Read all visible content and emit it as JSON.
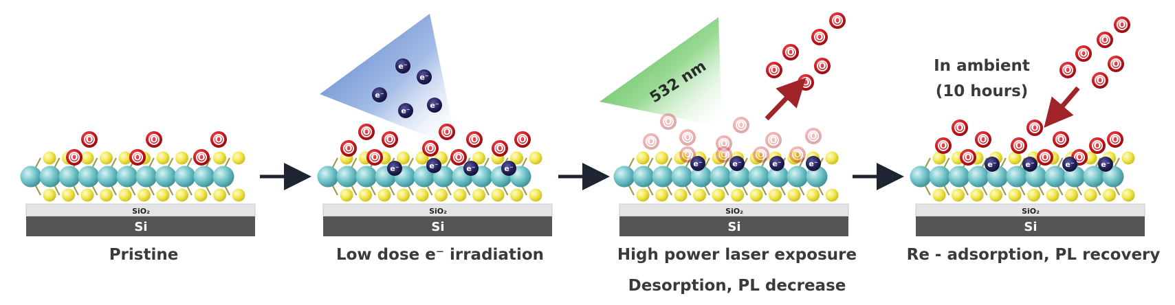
{
  "panels": [
    {
      "caption": "Pristine",
      "caption2": ""
    },
    {
      "caption": "Low dose e⁻ irradiation",
      "caption2": ""
    },
    {
      "caption": "High power laser exposure",
      "caption2": "Desorption, PL decrease"
    },
    {
      "caption": "Re - adsorption, PL recovery",
      "caption2": ""
    }
  ],
  "substrate": {
    "oxide_label": "SiO₂",
    "silicon_label": "Si"
  },
  "labels": {
    "oxygen": "O",
    "electron": "e⁻",
    "laser": "532 nm",
    "ambient_line1": "In ambient",
    "ambient_line2": "(10 hours)"
  },
  "colors": {
    "oxygen": "#c8161d",
    "sulfur": "#f2ea4c",
    "metal": "#6fc3c8",
    "electron": "#232057",
    "silicon": "#555555",
    "oxide": "#e4e4e6",
    "arrow": "#1e2431",
    "desorb_arrow": "#a0232a",
    "electron_beam": "#4a78c8",
    "laser_beam": "#3fb53a"
  }
}
